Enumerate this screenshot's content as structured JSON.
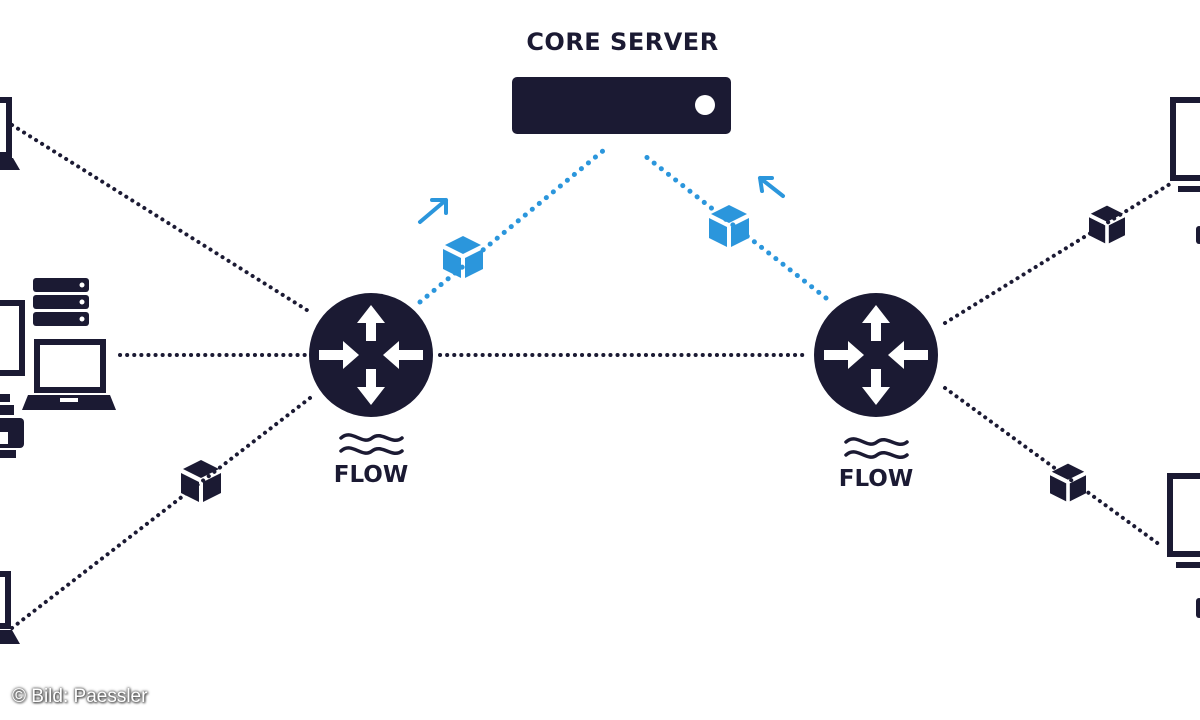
{
  "title": "CORE SERVER",
  "routers": [
    {
      "id": "router-left",
      "label": "FLOW"
    },
    {
      "id": "router-right",
      "label": "FLOW"
    }
  ],
  "credit": "© Bild: Paessler",
  "colors": {
    "dark": "#1b1a33",
    "accent": "#2b96dc",
    "background": "#ffffff"
  },
  "nodes": {
    "left": [
      "laptop-top",
      "workstation-group",
      "laptop-bottom"
    ],
    "right": [
      "monitor-top",
      "monitor-bottom"
    ]
  },
  "links": [
    {
      "from": "laptop-top",
      "to": "router-left",
      "style": "dotted-dark"
    },
    {
      "from": "workstation-group",
      "to": "router-left",
      "style": "dotted-dark"
    },
    {
      "from": "laptop-bottom",
      "to": "router-left",
      "style": "dotted-dark",
      "packet": "dark"
    },
    {
      "from": "router-left",
      "to": "router-right",
      "style": "dotted-dark"
    },
    {
      "from": "router-left",
      "to": "core-server",
      "style": "dotted-blue",
      "packet": "blue",
      "direction": "up"
    },
    {
      "from": "router-right",
      "to": "core-server",
      "style": "dotted-blue",
      "packet": "blue",
      "direction": "up"
    },
    {
      "from": "router-right",
      "to": "monitor-top",
      "style": "dotted-dark",
      "packet": "dark"
    },
    {
      "from": "router-right",
      "to": "monitor-bottom",
      "style": "dotted-dark",
      "packet": "dark"
    }
  ]
}
